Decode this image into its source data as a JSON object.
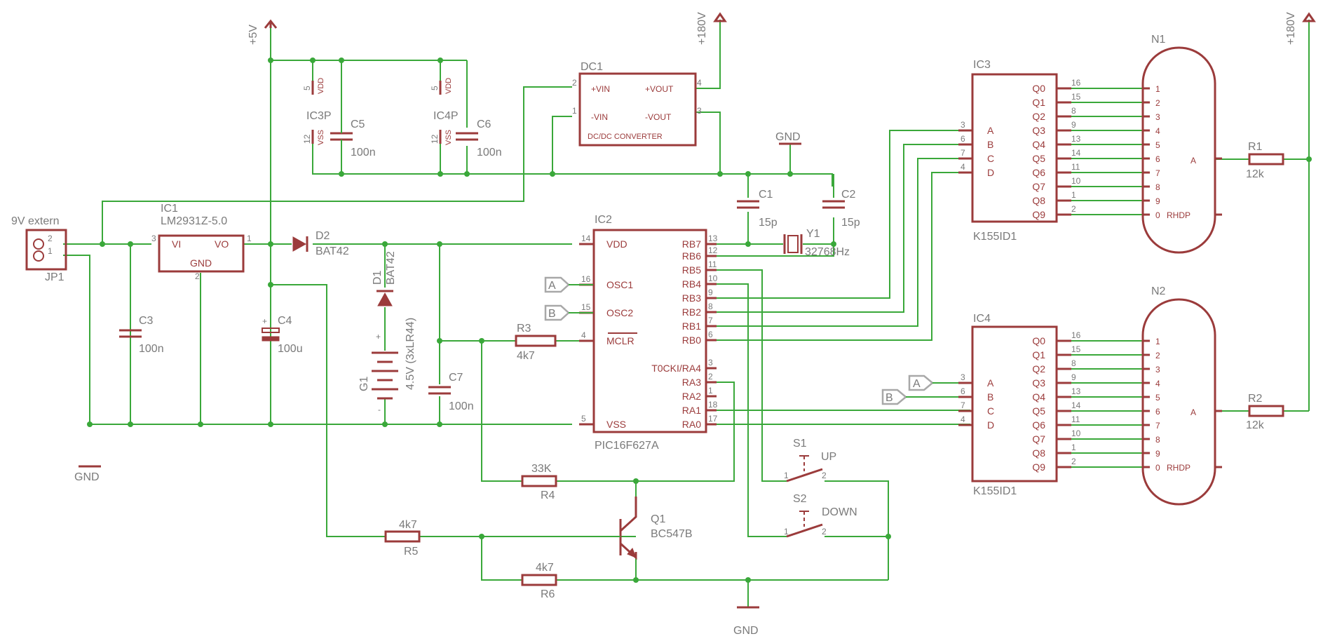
{
  "power": {
    "p5v": "+5V",
    "p180v_dc": "+180V",
    "p180v_right": "+180V",
    "gnd_left": "GND",
    "gnd_bottom": "GND",
    "gnd_top": "GND"
  },
  "connector": {
    "name": "JP1",
    "value": "9V extern",
    "pin1": "1",
    "pin2": "2"
  },
  "regulator": {
    "name": "IC1",
    "value": "LM2931Z-5.0",
    "vi": "VI",
    "vo": "VO",
    "gnd": "GND",
    "pin1": "1",
    "pin2": "2",
    "pin3": "3"
  },
  "diode_d2": {
    "name": "D2",
    "value": "BAT42"
  },
  "diode_d1": {
    "name": "D1",
    "value": "BAT42"
  },
  "battery": {
    "name": "G1",
    "value": "4.5V (3xLR44)",
    "plus": "+",
    "minus": "-"
  },
  "caps": {
    "c1": {
      "name": "C1",
      "value": "15p"
    },
    "c2": {
      "name": "C2",
      "value": "15p"
    },
    "c3": {
      "name": "C3",
      "value": "100n"
    },
    "c4": {
      "name": "C4",
      "value": "100u",
      "plus": "+"
    },
    "c5": {
      "name": "C5",
      "value": "100n"
    },
    "c6": {
      "name": "C6",
      "value": "100n"
    },
    "c7": {
      "name": "C7",
      "value": "100n"
    }
  },
  "power_pins": {
    "ic3p": {
      "name": "IC3P",
      "vdd": "VDD",
      "vss": "VSS",
      "pin_vdd": "5",
      "pin_vss": "12"
    },
    "ic4p": {
      "name": "IC4P",
      "vdd": "VDD",
      "vss": "VSS",
      "pin_vdd": "5",
      "pin_vss": "12"
    }
  },
  "dcdc": {
    "name": "DC1",
    "label": "DC/DC CONVERTER",
    "vin_p": "+VIN",
    "vin_n": "-VIN",
    "vout_p": "+VOUT",
    "vout_n": "-VOUT",
    "pin1": "1",
    "pin2": "2",
    "pin3": "3",
    "pin4": "4"
  },
  "crystal": {
    "name": "Y1",
    "value": "32768Hz"
  },
  "mcu": {
    "name": "IC2",
    "value": "PIC16F627A",
    "left_pins": [
      {
        "num": "14",
        "label": "VDD"
      },
      {
        "num": "16",
        "label": "OSC1"
      },
      {
        "num": "15",
        "label": "OSC2"
      },
      {
        "num": "4",
        "label": "MCLR"
      },
      {
        "num": "5",
        "label": "VSS"
      }
    ],
    "right_pins": [
      {
        "num": "13",
        "label": "RB7"
      },
      {
        "num": "12",
        "label": "RB6"
      },
      {
        "num": "11",
        "label": "RB5"
      },
      {
        "num": "10",
        "label": "RB4"
      },
      {
        "num": "9",
        "label": "RB3"
      },
      {
        "num": "8",
        "label": "RB2"
      },
      {
        "num": "7",
        "label": "RB1"
      },
      {
        "num": "6",
        "label": "RB0"
      },
      {
        "num": "3",
        "label": "T0CKI/RA4"
      },
      {
        "num": "2",
        "label": "RA3"
      },
      {
        "num": "1",
        "label": "RA2"
      },
      {
        "num": "18",
        "label": "RA1"
      },
      {
        "num": "17",
        "label": "RA0"
      }
    ]
  },
  "resistors": {
    "r1": {
      "name": "R1",
      "value": "12k"
    },
    "r2": {
      "name": "R2",
      "value": "12k"
    },
    "r3": {
      "name": "R3",
      "value": "4k7"
    },
    "r4": {
      "name": "R4",
      "value": "33K"
    },
    "r5": {
      "name": "R5",
      "value": "4k7"
    },
    "r6": {
      "name": "R6",
      "value": "4k7"
    }
  },
  "transistor": {
    "name": "Q1",
    "value": "BC547B"
  },
  "switches": {
    "s1": {
      "name": "S1",
      "value": "UP",
      "pin1": "1",
      "pin2": "2"
    },
    "s2": {
      "name": "S2",
      "value": "DOWN",
      "pin1": "1",
      "pin2": "2"
    }
  },
  "ports": {
    "a": "A",
    "b": "B"
  },
  "decoders": {
    "ic3": {
      "name": "IC3",
      "value": "K155ID1"
    },
    "ic4": {
      "name": "IC4",
      "value": "K155ID1"
    },
    "inputs": [
      {
        "pin": "3",
        "label": "A"
      },
      {
        "pin": "6",
        "label": "B"
      },
      {
        "pin": "7",
        "label": "C"
      },
      {
        "pin": "4",
        "label": "D"
      }
    ],
    "outputs": [
      {
        "pin": "16",
        "label": "Q0"
      },
      {
        "pin": "15",
        "label": "Q1"
      },
      {
        "pin": "8",
        "label": "Q2"
      },
      {
        "pin": "9",
        "label": "Q3"
      },
      {
        "pin": "13",
        "label": "Q4"
      },
      {
        "pin": "14",
        "label": "Q5"
      },
      {
        "pin": "11",
        "label": "Q6"
      },
      {
        "pin": "10",
        "label": "Q7"
      },
      {
        "pin": "1",
        "label": "Q8"
      },
      {
        "pin": "2",
        "label": "Q9"
      }
    ]
  },
  "nixies": {
    "n1": {
      "name": "N1"
    },
    "n2": {
      "name": "N2"
    },
    "pins": [
      "1",
      "2",
      "3",
      "4",
      "5",
      "6",
      "7",
      "8",
      "9",
      "0"
    ],
    "anode": "A",
    "rhdp": "RHDP"
  }
}
